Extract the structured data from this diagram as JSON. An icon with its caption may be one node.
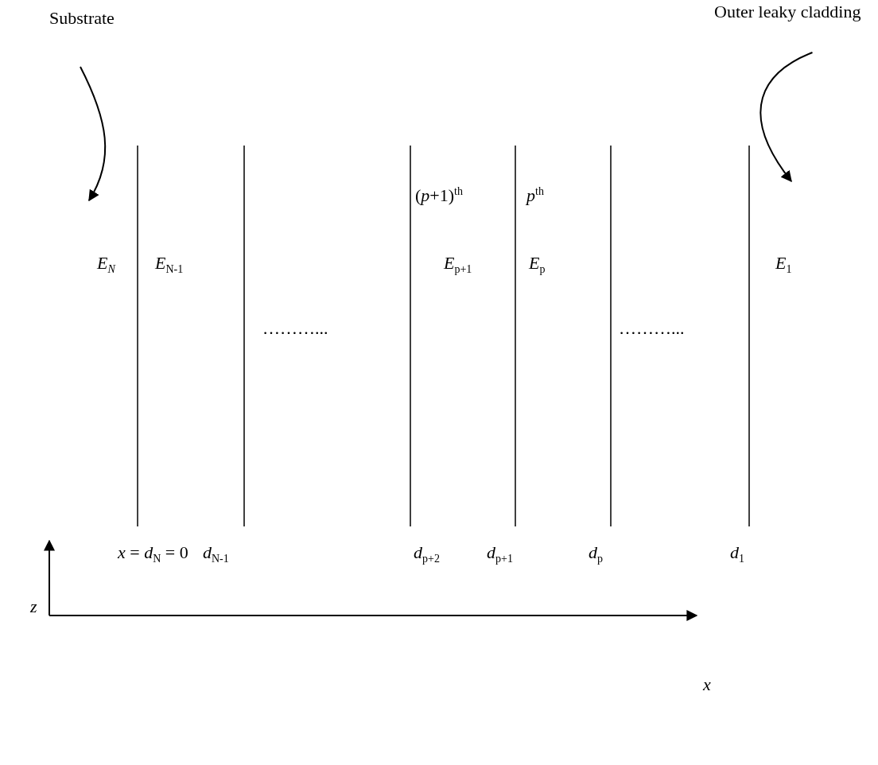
{
  "diagram": {
    "nodes": [
      {
        "text": [
          "Substrate"
        ]
      },
      {
        "text": [
          "Outer leaky cladding"
        ]
      }
    ],
    "edges": [
      {
        "from": 0,
        "to": null,
        "arrow": "to"
      },
      {
        "from": 1,
        "to": null,
        "arrow": "to"
      }
    ],
    "labels": [
      "(*p*+1)$^{th}$",
      "*p*$^{th}$",
      "*E*$_{N}$",
      "*E*$_{N-1}$",
      "*E*$_{p+1}$",
      "*E*$_{p}$",
      "*E*$_{1}$",
      "………...",
      "………...",
      "*x* = *d*$_{N}$ = 0",
      "*d*$_{N-1}$",
      "*d*$_{p+2}$",
      "*d*$_{p+1}$",
      "*d*$_{p}$",
      "*d*$_{1}$",
      "*z*",
      "*x*"
    ]
  }
}
